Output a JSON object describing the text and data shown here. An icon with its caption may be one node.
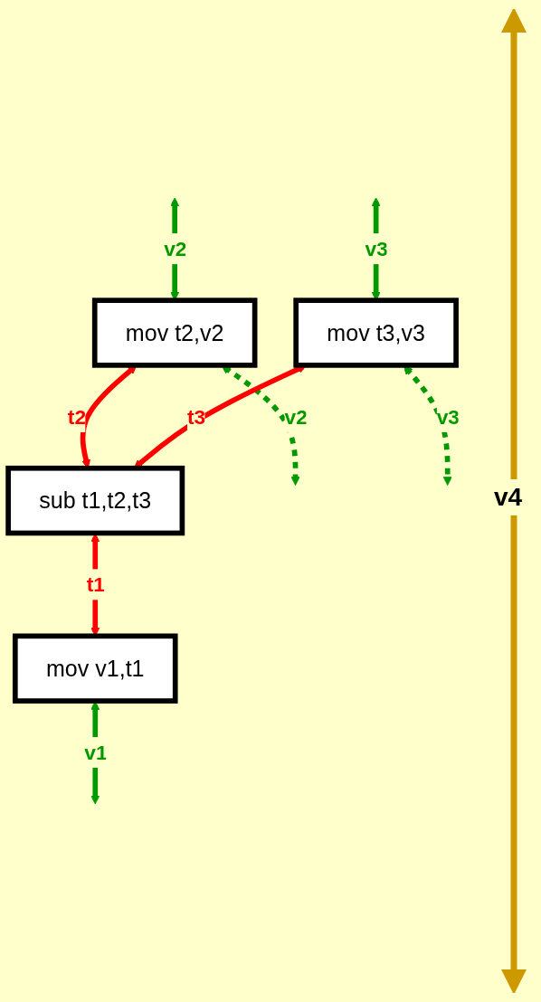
{
  "diagram": {
    "nodes": [
      {
        "text": [
          "mov t2,v2"
        ]
      },
      {
        "text": [
          "mov t3,v3"
        ]
      },
      {
        "text": [
          "sub t1,t2,t3"
        ]
      },
      {
        "text": [
          "mov v1,t1"
        ]
      }
    ],
    "edges": [
      {
        "from": null,
        "to": 0,
        "arrow": "both",
        "label": "v2"
      },
      {
        "from": null,
        "to": 1,
        "arrow": "both",
        "label": "v3"
      },
      {
        "from": 0,
        "to": 2,
        "arrow": "both",
        "label": "t2",
        "color": "#ff0000"
      },
      {
        "from": 0,
        "to": null,
        "arrow": "both",
        "label": "v2",
        "style": "dashed"
      },
      {
        "from": 1,
        "to": 2,
        "arrow": "both",
        "label": "t3",
        "color": "#ff0000"
      },
      {
        "from": 1,
        "to": null,
        "arrow": "both",
        "label": "v3",
        "style": "dashed"
      },
      {
        "from": 2,
        "to": 3,
        "arrow": "both",
        "label": "t1",
        "color": "#ff0000"
      },
      {
        "from": 3,
        "to": null,
        "arrow": "both",
        "label": "v1"
      }
    ],
    "labels": [
      "v4"
    ]
  }
}
